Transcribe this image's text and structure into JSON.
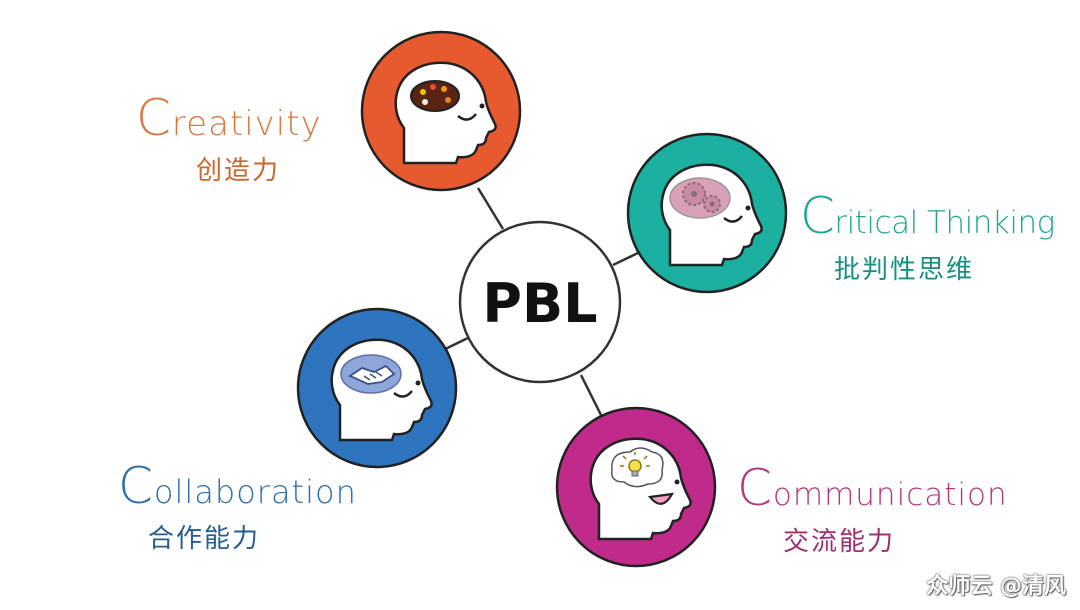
{
  "center": {
    "label": "PBL"
  },
  "nodes": [
    {
      "key": "creativity",
      "initial": "C",
      "rest": "reativity",
      "zh": "创造力",
      "color": "#E75A2F",
      "icon": "palette-icon"
    },
    {
      "key": "critical-thinking",
      "initial": "C",
      "rest": "ritical Thinking",
      "zh": "批判性思维",
      "color": "#1BB0A0",
      "icon": "gears-icon"
    },
    {
      "key": "collaboration",
      "initial": "C",
      "rest": "ollaboration",
      "zh": "合作能力",
      "color": "#2E74BE",
      "icon": "handshake-icon"
    },
    {
      "key": "communication",
      "initial": "C",
      "rest": "ommunication",
      "zh": "交流能力",
      "color": "#C02A8B",
      "icon": "lightbulb-icon"
    }
  ],
  "watermark": "众师云 @清风"
}
